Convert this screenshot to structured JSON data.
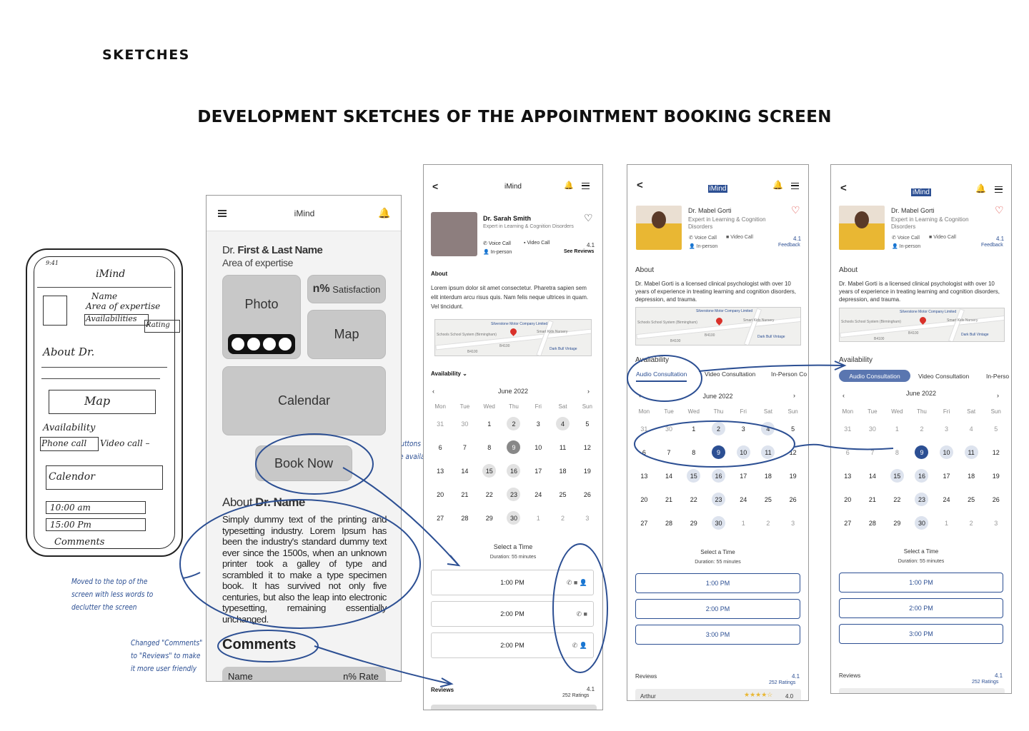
{
  "header": "SKETCHES",
  "title": "DEVELOPMENT SKETCHES OF THE APPOINTMENT BOOKING  SCREEN",
  "sketch": {
    "time": "9:41",
    "app": "iMind",
    "name": "Name",
    "area": "Area of expertise",
    "avail": "Availabilities",
    "rating": "Rating",
    "about": "About Dr.",
    "map": "Map",
    "availability": "Availability",
    "phone": "Phone call",
    "video": "Video call –",
    "calendar": "Calendor",
    "t1": "10:00 am",
    "t2": "15:00 Pm",
    "comments": "Comments"
  },
  "annotations": {
    "a1": [
      "Utilised buttons to",
      "show time availability"
    ],
    "a2": [
      "Moved to the top of the",
      "screen with less words to",
      "declutter the screen"
    ],
    "a3": [
      "Changed \"Comments\"",
      "to \"Reviews\" to make",
      "it more user friendly"
    ]
  },
  "wire": {
    "app": "iMind",
    "name_pre": "Dr.",
    "name": "First & Last Name",
    "area": "Area of expertise",
    "photo": "Photo",
    "sat_pre": "n%",
    "sat": "Satisfaction",
    "map": "Map",
    "calendar": "Calendar",
    "book": "Book Now",
    "about_pre": "About",
    "about_name": "Dr. Name",
    "about_text": "Simply dummy text of the printing and typesetting industry. Lorem Ipsum has been the industry's standard dummy text ever since the 1500s, when an unknown printer took a galley of type and scrambled it to make a type specimen book. It has survived not only five centuries, but also the leap into electronic typesetting, remaining essentially unchanged.",
    "comments": "Comments",
    "col_name": "Name",
    "col_rate": "n% Rate"
  },
  "mid": {
    "app": "iMind",
    "name": "Dr. Sarah Smith",
    "exp": "Expert in Learning & Cognition Disorders",
    "voice": "Voice Call",
    "videocall": "Video Call",
    "inperson": "In-person",
    "rating": "4.1",
    "see": "See Reviews",
    "about": "About",
    "about_text": "Lorem ipsum dolor sit amet consectetur. Pharetra sapien sem elit interdum arcu risus quis. Nam felis neque ultrices in quam. Vel tincidunt.",
    "availability": "Availability",
    "month": "June 2022",
    "select": "Select a Time",
    "duration": "Duration: 55 minutes",
    "slots": [
      "1:00 PM",
      "2:00 PM",
      "2:00 PM"
    ],
    "reviews": "Reviews",
    "rating2": "4.1",
    "ratings": "252 Ratings"
  },
  "hi": {
    "app": "iMind",
    "name": "Dr. Mabel Gorti",
    "exp": "Expert in Learning & Cognition Disorders",
    "voice": "Voice Call",
    "videocall": "Video Call",
    "inperson": "In-person",
    "rating": "4.1",
    "feedback": "Feedback",
    "about": "About",
    "about_text": "Dr. Mabel Gorti is a licensed clinical psychologist with over 10 years of experience in treating learning and cognition disorders, depression, and trauma.",
    "availability": "Availability",
    "tabs": [
      "Audio Consultation",
      "Video Consultation",
      "In-Person Co"
    ],
    "tabs5": [
      "Audio Consultation",
      "Video Consultation",
      "In-Perso"
    ],
    "month": "June 2022",
    "select": "Select a Time",
    "duration": "Duration: 55 minutes",
    "slots": [
      "1:00 PM",
      "2:00 PM",
      "3:00 PM"
    ],
    "reviews": "Reviews",
    "rating2": "4.1",
    "ratings": "252 Ratings",
    "reviewer": "Arthur",
    "rev_score": "4.0"
  },
  "days": [
    "Mon",
    "Tue",
    "Wed",
    "Thu",
    "Fri",
    "Sat",
    "Sun"
  ],
  "cal": [
    [
      "31",
      "30",
      "1",
      "2",
      "3",
      "4",
      "5"
    ],
    [
      "6",
      "7",
      "8",
      "9",
      "10",
      "11",
      "12"
    ],
    [
      "13",
      "14",
      "15",
      "16",
      "17",
      "18",
      "19"
    ],
    [
      "20",
      "21",
      "22",
      "23",
      "24",
      "25",
      "26"
    ],
    [
      "27",
      "28",
      "29",
      "30",
      "1",
      "2",
      "3"
    ]
  ],
  "map_labels": {
    "l1": "Silverstone Motor Company Limited",
    "l2": "Schools School System (Birmingham)",
    "l3": "Smart Kids Nursery",
    "l4": "Dark Bull Vintage",
    "l5": "B4100",
    "l6": "B4100"
  },
  "colors": {
    "accent": "#2c4f93",
    "highlight": "#dde3ee"
  }
}
